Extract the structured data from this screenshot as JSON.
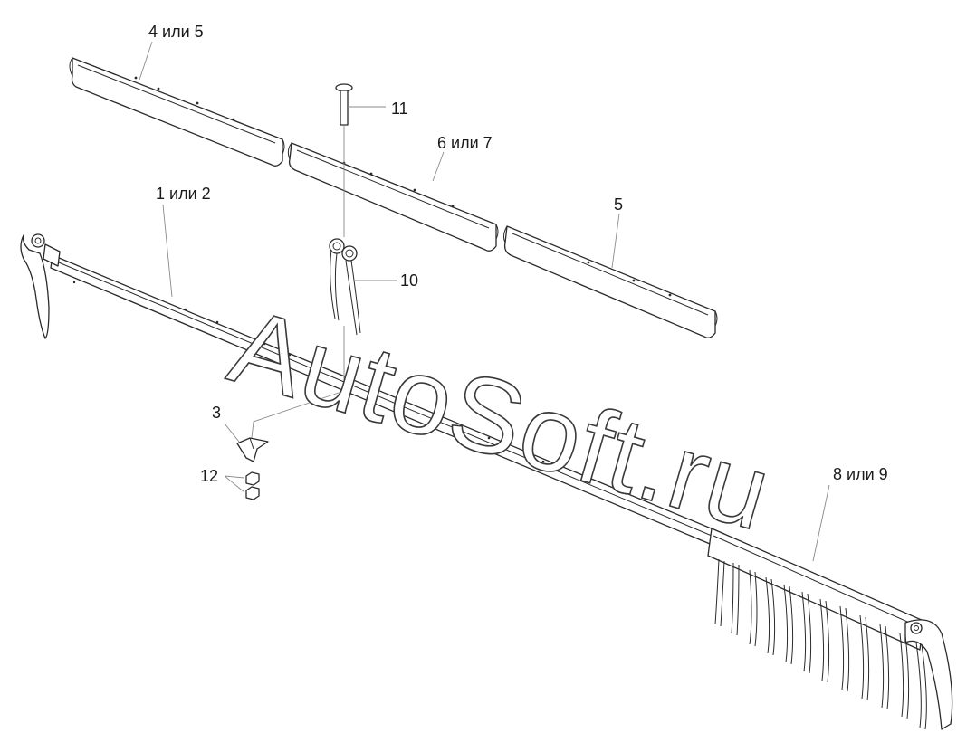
{
  "labels": {
    "part_4_or_5": "4 или 5",
    "part_11": "11",
    "part_6_or_7": "6 или 7",
    "part_1_or_2": "1 или 2",
    "part_5": "5",
    "part_10": "10",
    "part_3": "3",
    "part_12": "12",
    "part_8_or_9": "8 или 9"
  },
  "watermark": "AutoSoft.ru"
}
